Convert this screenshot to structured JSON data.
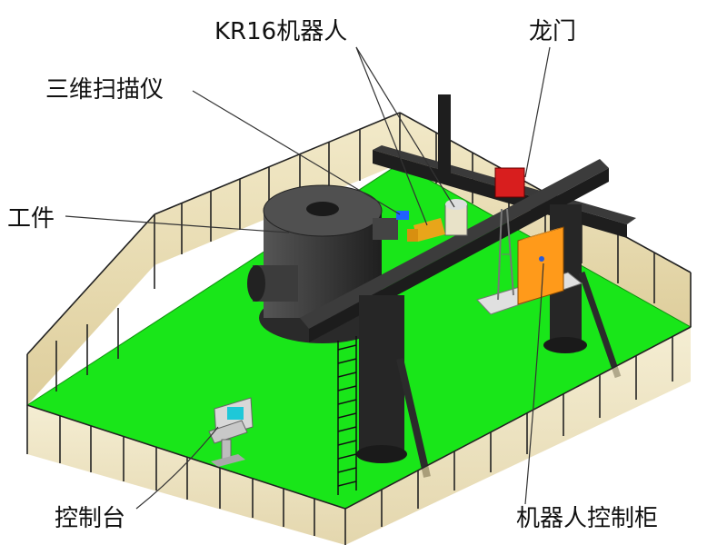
{
  "labels": {
    "robot": "KR16机器人",
    "gantry": "龙门",
    "scanner": "三维扫描仪",
    "workpiece": "工件",
    "console": "控制台",
    "cabinet": "机器人控制柜"
  },
  "colors": {
    "floor": "#19e619",
    "floor_edge": "#12b512",
    "fence_panel": "#e8d9a8",
    "fence_post": "#222222",
    "steel": "#2b2b2b",
    "workpiece": "#3a3a3a",
    "cabinet": "#ff9a1a",
    "console_screen": "#1ec8d8",
    "leader": "#333333"
  }
}
